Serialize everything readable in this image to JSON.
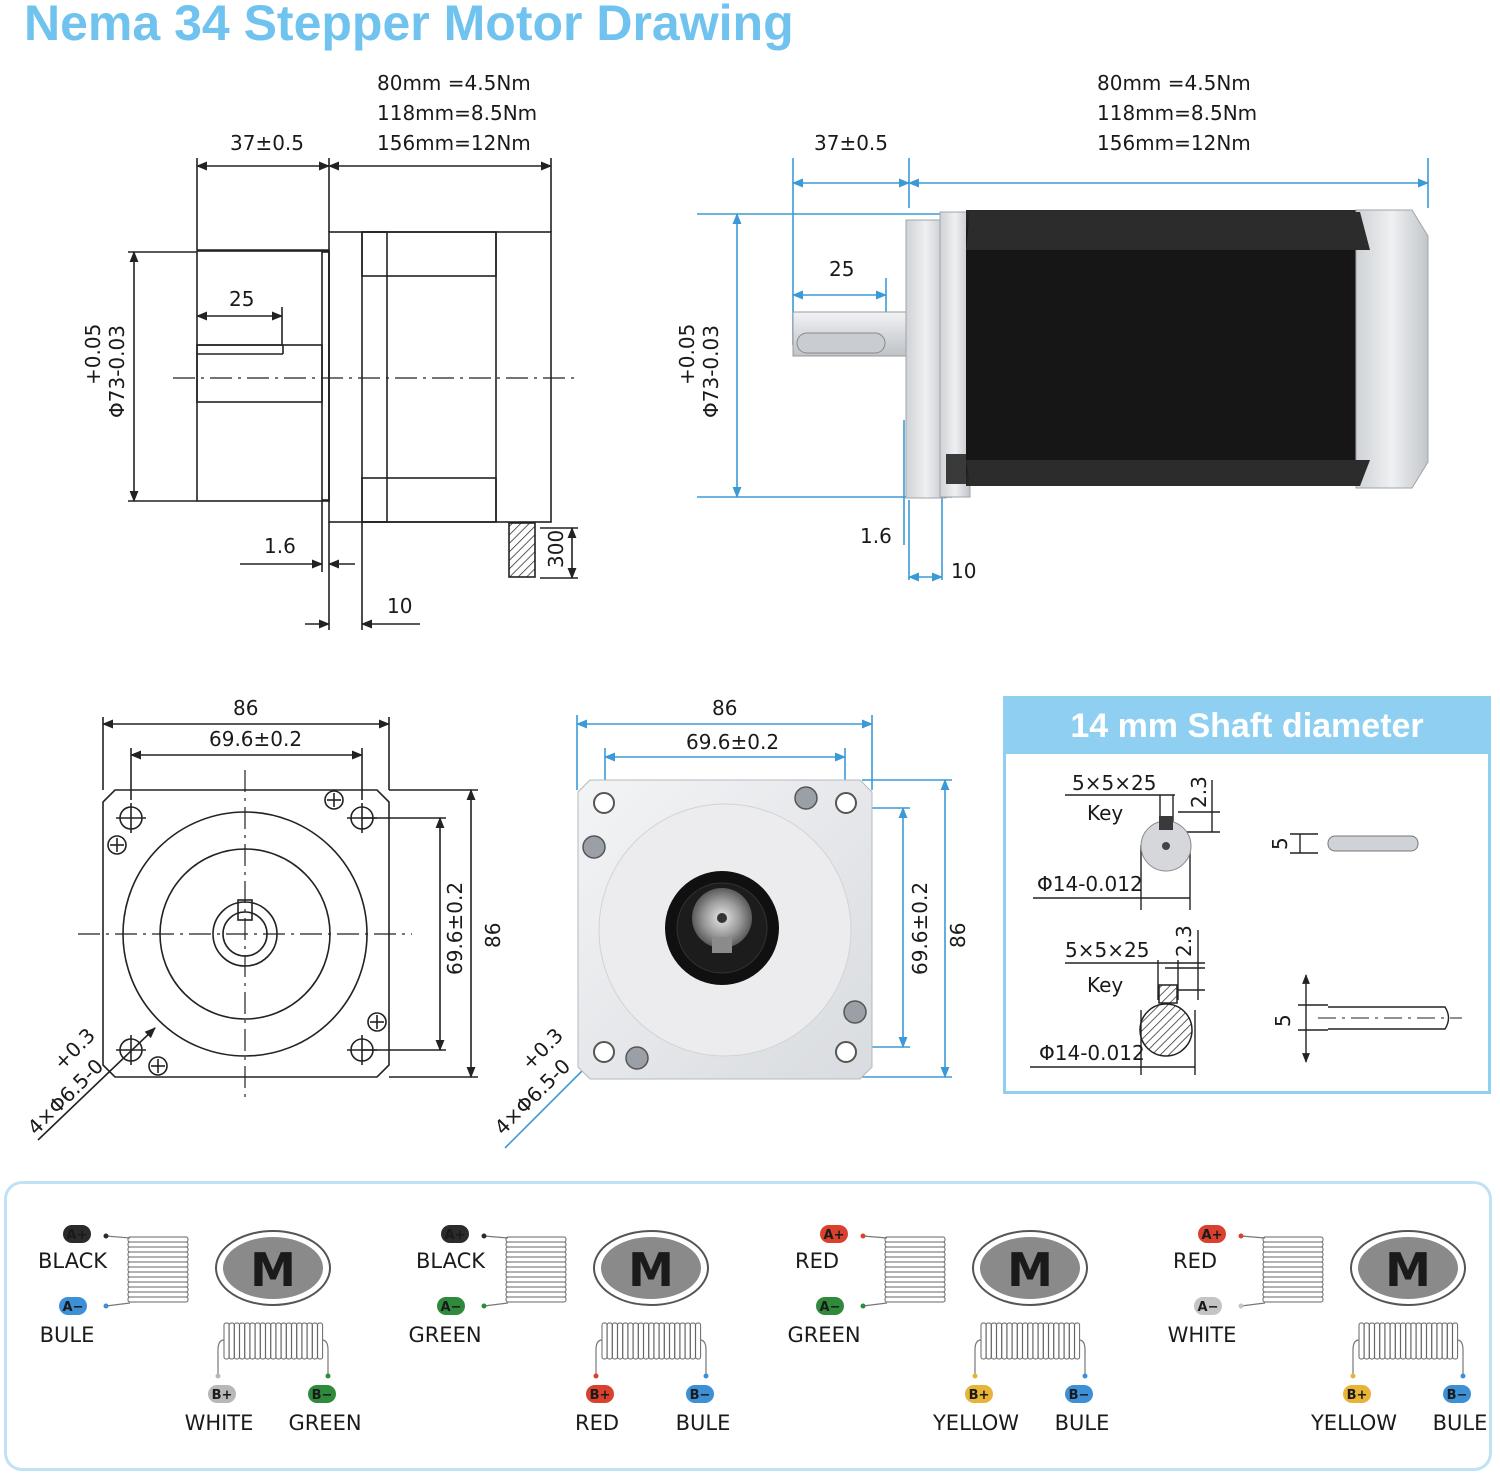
{
  "title": "Nema 34 Stepper Motor Drawing",
  "side_view": {
    "length_line_1": "80mm  =4.5Nm",
    "length_line_2": "118mm=8.5Nm",
    "length_line_3": "156mm=12Nm",
    "boss_length": "37±0.5",
    "shaft_length": "25",
    "diameter_tolerance": "+0.05",
    "diameter": "Φ73-0.03",
    "flange_thickness": "1.6",
    "offset": "10",
    "lead_length": "300"
  },
  "front_view": {
    "width": "86",
    "hole_spacing": "69.6±0.2",
    "holes_tolerance": "+0.3",
    "holes": "4×Φ6.5-0"
  },
  "shaft_panel": {
    "header": "14 mm Shaft diameter",
    "key_size": "5×5×25",
    "key_label": "Key",
    "key_depth": "2.3",
    "shaft_diameter": "Φ14-0.012",
    "flat_width": "5"
  },
  "wiring": [
    {
      "a_plus": "A+",
      "a_plus_color": "BLACK",
      "a_plus_hex": "#2b2b2b",
      "a_minus": "A−",
      "a_minus_color": "BULE",
      "a_minus_hex": "#3d8fd6",
      "b_plus": "B+",
      "b_plus_color": "WHITE",
      "b_plus_hex": "#b8b8b8",
      "b_minus": "B−",
      "b_minus_color": "GREEN",
      "b_minus_hex": "#2f8a3c",
      "motor": "M"
    },
    {
      "a_plus": "A+",
      "a_plus_color": "BLACK",
      "a_plus_hex": "#2b2b2b",
      "a_minus": "A−",
      "a_minus_color": "GREEN",
      "a_minus_hex": "#2f8a3c",
      "b_plus": "B+",
      "b_plus_color": "RED",
      "b_plus_hex": "#d9412e",
      "b_minus": "B−",
      "b_minus_color": "BULE",
      "b_minus_hex": "#3d8fd6",
      "motor": "M"
    },
    {
      "a_plus": "A+",
      "a_plus_color": "RED",
      "a_plus_hex": "#d9412e",
      "a_minus": "A−",
      "a_minus_color": "GREEN",
      "a_minus_hex": "#2f8a3c",
      "b_plus": "B+",
      "b_plus_color": "YELLOW",
      "b_plus_hex": "#e8b437",
      "b_minus": "B−",
      "b_minus_color": "BULE",
      "b_minus_hex": "#3d8fd6",
      "motor": "M"
    },
    {
      "a_plus": "A+",
      "a_plus_color": "RED",
      "a_plus_hex": "#d9412e",
      "a_minus": "A−",
      "a_minus_color": "WHITE",
      "a_minus_hex": "#c4c4c4",
      "b_plus": "B+",
      "b_plus_color": "YELLOW",
      "b_plus_hex": "#e8b437",
      "b_minus": "B−",
      "b_minus_color": "BULE",
      "b_minus_hex": "#3d8fd6",
      "motor": "M"
    }
  ]
}
